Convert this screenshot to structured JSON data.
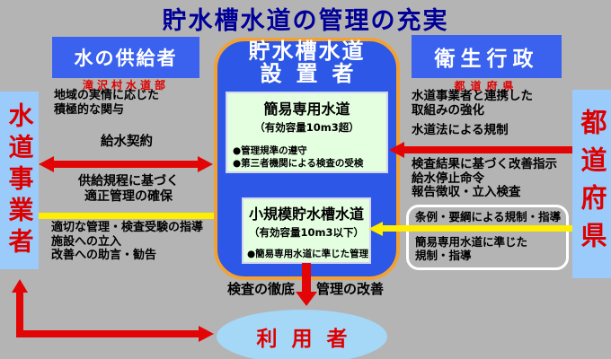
{
  "title": "貯水槽水道の管理の充実",
  "colors": {
    "background": "#b4b4b4",
    "header_blue": "#3a62ee",
    "center_box_blue": "#2d57e6",
    "center_box_border_orange": "#f2a233",
    "green_panel": "#e3ffdf",
    "entity_strip_blue": "#9bcbfa",
    "users_ellipse_blue": "#a5d7f7",
    "arrow_red": "#e30505",
    "arrow_yellow": "#ffee00",
    "title_navy": "#000099",
    "accent_red_text": "#dd0000"
  },
  "left_column": {
    "entity_strip": "水道事業者",
    "header": "水の供給者",
    "subheader": "滝沢村水道部",
    "note_engagement": "地域の実情に応じた\n積極的な関与",
    "arrow_contract_label": "給水契約",
    "note_supply_rules": "供給規程に基づく\n適正管理の確保",
    "note_guidance": "適切な管理・検査受験の指導\n施設への立入\n改善への助言・勧告"
  },
  "center": {
    "header_line1": "貯水槽水道",
    "header_line2": "設置者",
    "simple_water_box": {
      "title": "簡易専用水道",
      "subtitle": "（有効容量10m3超）",
      "bullets": "●管理規準の遵守\n●第三者機関による検査の受検"
    },
    "small_tank_box": {
      "title": "小規模貯水槽水道",
      "subtitle": "（有効容量10m3以下）",
      "bullets": "●簡易専用水道に準じた管理"
    },
    "label_inspection": "検査の徹底",
    "label_management": "管理の改善"
  },
  "right_column": {
    "header": "衛生行政",
    "subheader": "都道府県",
    "entity_strip": "都道府県",
    "note_cooperation": "水道事業者と連携した\n取組みの強化",
    "arrow_law_label": "水道法による規制",
    "note_enforcement": "検査結果に基づく改善指示\n給水停止命令\n報告徴収・立入検査",
    "outline_box": {
      "line1": "条例・要綱による規制・指導",
      "line2": "簡易専用水道に準じた\n規制・指導"
    }
  },
  "bottom": {
    "users": "利用者"
  }
}
